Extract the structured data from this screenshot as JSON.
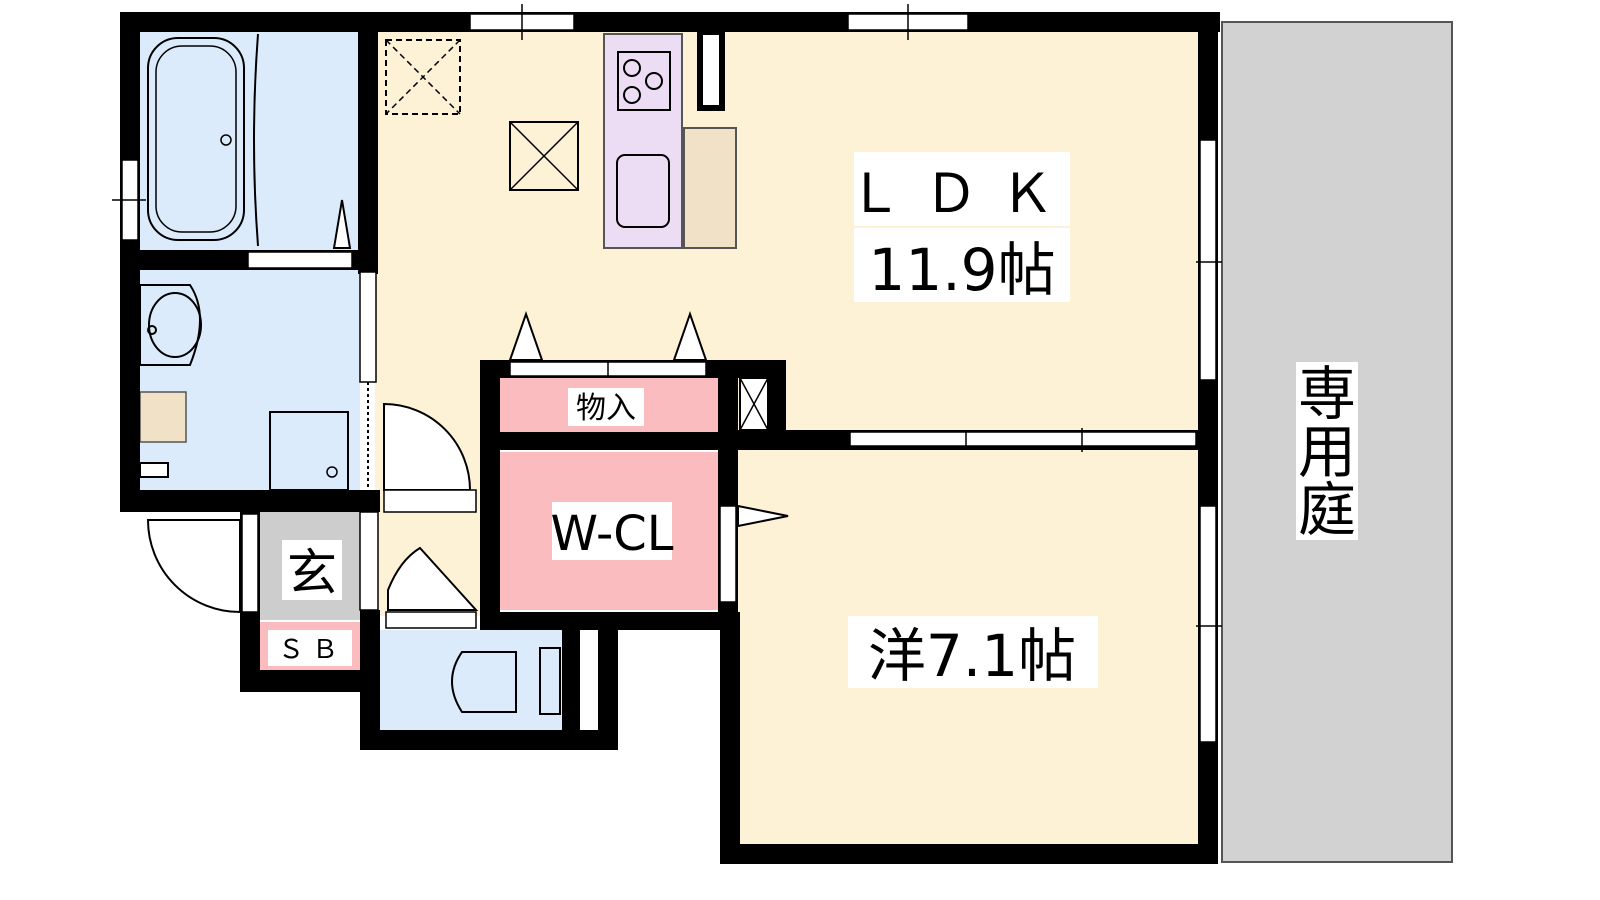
{
  "plan": {
    "rooms": {
      "ldk": {
        "label": "ＬＤＫ",
        "size": "11.9帖"
      },
      "western": {
        "label": "洋7.1帖"
      },
      "walk_in_closet": {
        "label": "W-CL"
      },
      "storage": {
        "label": "物入"
      },
      "entrance": {
        "label": "玄"
      },
      "shoe_box": {
        "label": "ＳＢ"
      },
      "private_garden": {
        "chars": [
          "専",
          "用",
          "庭"
        ]
      }
    },
    "colors": {
      "wall": "#000000",
      "living": "#fdf2d6",
      "wet": "#dcebfb",
      "closet": "#fbbcc0",
      "kitchen": "#ecdcf4",
      "counter": "#f1e1c6",
      "entrance": "#cdcdcd",
      "garden": "#d2d2d2"
    }
  }
}
